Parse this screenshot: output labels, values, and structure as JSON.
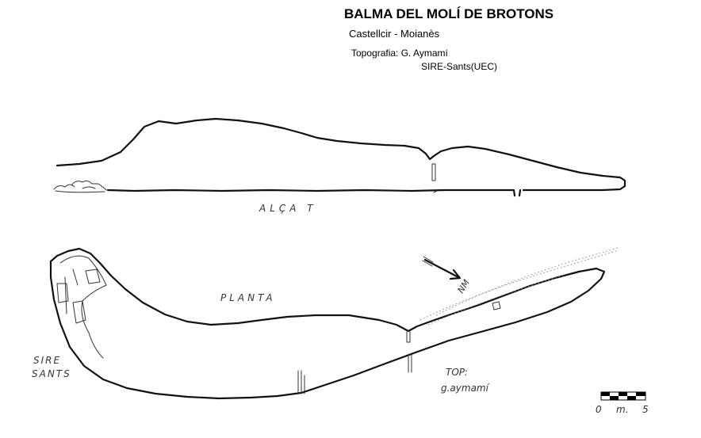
{
  "header": {
    "title": "BALMA DEL MOLÍ DE BROTONS",
    "location": "Castellcir - Moianès",
    "topography_line1": "Topografia: G. Aymamí",
    "topography_line2": "SIRE-Sants(UEC)"
  },
  "labels": {
    "elevation": "ALÇA T",
    "plan": "PLANTA",
    "north": "NM",
    "group_line1": "SIRE",
    "group_line2": "SANTS",
    "top_line1": "TOP:",
    "top_line2": "g.aymamí"
  },
  "scale_bar": {
    "min_label": "0",
    "unit_label": "m.",
    "max_label": "5"
  },
  "colors": {
    "ink": "#111111",
    "background": "#ffffff"
  }
}
